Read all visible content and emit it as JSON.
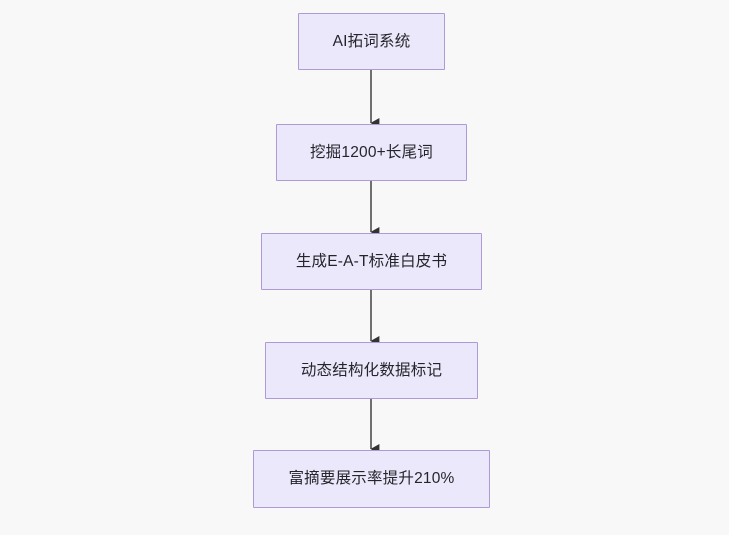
{
  "diagram": {
    "type": "flowchart",
    "orientation": "top-to-bottom",
    "background_color": "#f8f8f8",
    "node_fill_color": "#ebe8fb",
    "node_border_color": "#b09ad6",
    "node_text_color": "#26242b",
    "connector_color": "#707070",
    "arrowhead_color": "#333333",
    "nodes": [
      {
        "id": "n1",
        "label": "AI拓词系统"
      },
      {
        "id": "n2",
        "label": "挖掘1200+长尾词"
      },
      {
        "id": "n3",
        "label": "生成E-A-T标准白皮书"
      },
      {
        "id": "n4",
        "label": "动态结构化数据标记"
      },
      {
        "id": "n5",
        "label": "富摘要展示率提升210%"
      }
    ],
    "edges": [
      {
        "from": "n1",
        "to": "n2",
        "label": ""
      },
      {
        "from": "n2",
        "to": "n3",
        "label": ""
      },
      {
        "from": "n3",
        "to": "n4",
        "label": ""
      },
      {
        "from": "n4",
        "to": "n5",
        "label": ""
      }
    ]
  }
}
